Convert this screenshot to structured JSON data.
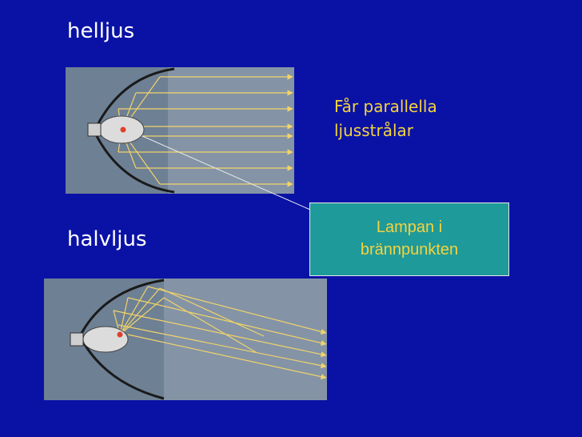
{
  "labels": {
    "high_beam": "helljus",
    "low_beam": "halvljus"
  },
  "note": {
    "line1": "Får parallella",
    "line2": "ljusstrålar"
  },
  "callout": {
    "line1": "Lampan i",
    "line2": "brännpunkten"
  },
  "colors": {
    "background": "#0a12a6",
    "text_white": "#ffffff",
    "text_yellow": "#f5d33c",
    "callout_fill": "#1f9a9a",
    "ray": "#f2d36a",
    "reflector_panel": "#6f8094",
    "lamp": "#dcdcdc"
  }
}
